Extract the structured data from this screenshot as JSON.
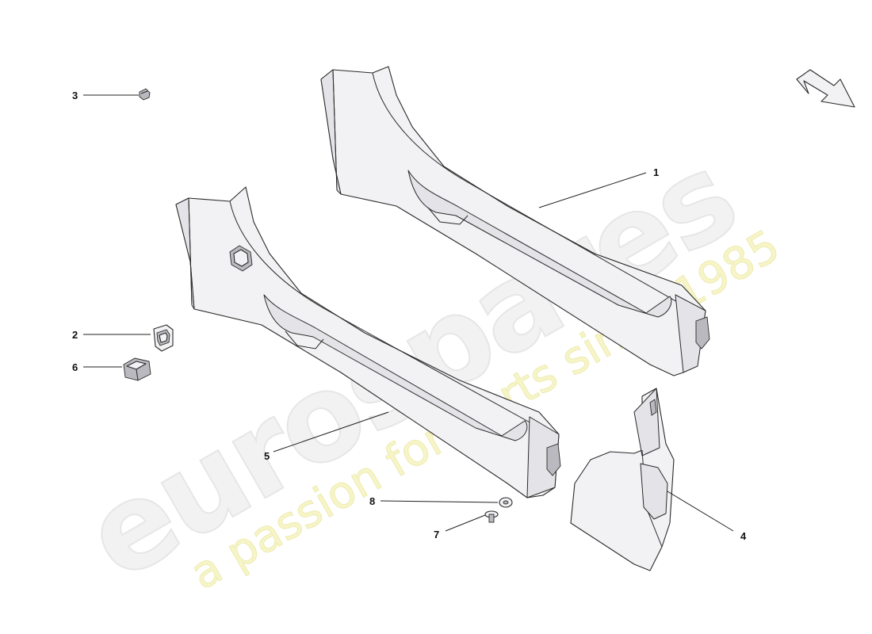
{
  "watermark": {
    "brand": "eurospares",
    "tagline": "a passion for parts since 1985"
  },
  "callouts": [
    {
      "id": "1",
      "label": "1"
    },
    {
      "id": "2",
      "label": "2"
    },
    {
      "id": "3",
      "label": "3"
    },
    {
      "id": "4",
      "label": "4"
    },
    {
      "id": "5",
      "label": "5"
    },
    {
      "id": "6",
      "label": "6"
    },
    {
      "id": "7",
      "label": "7"
    },
    {
      "id": "8",
      "label": "8"
    }
  ],
  "icons": {
    "direction": "direction-arrow-icon"
  }
}
